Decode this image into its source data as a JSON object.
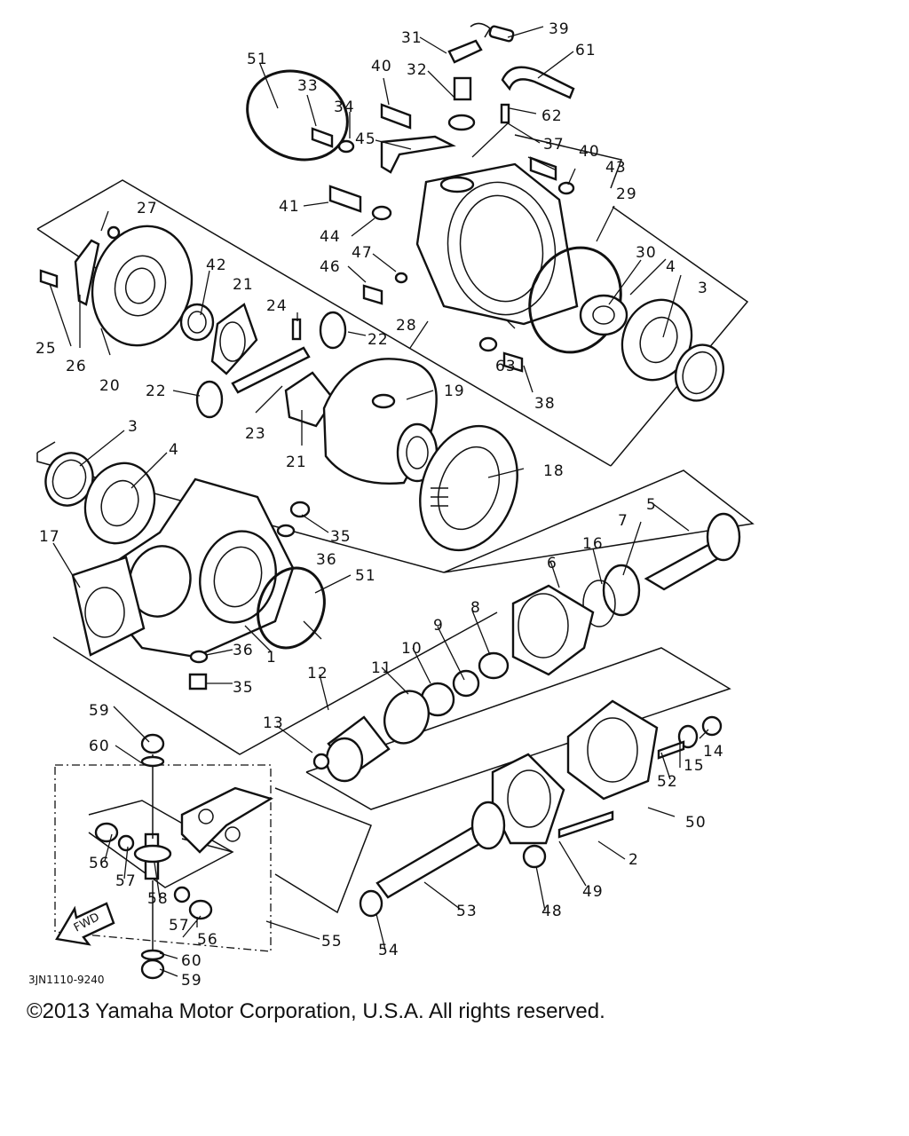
{
  "diagram_code": "3JN1110-9240",
  "copyright": "©2013 Yamaha Motor Corporation, U.S.A. All rights reserved.",
  "fwd_label": "FWD",
  "callouts": {
    "c31": "31",
    "c39": "39",
    "c61": "61",
    "c51a": "51",
    "c33": "33",
    "c40a": "40",
    "c32": "32",
    "c34": "34",
    "c62": "62",
    "c45": "45",
    "c37": "37",
    "c40b": "40",
    "c43": "43",
    "c41": "41",
    "c29": "29",
    "c27": "27",
    "c44": "44",
    "c47": "47",
    "c42": "42",
    "c21a": "21",
    "c46": "46",
    "c30": "30",
    "c4a": "4",
    "c3a": "3",
    "c24": "24",
    "c22a": "22",
    "c25": "25",
    "c26": "26",
    "c28": "28",
    "c20": "20",
    "c63": "63",
    "c38": "38",
    "c22b": "22",
    "c19": "19",
    "c23": "23",
    "c21b": "21",
    "c3b": "3",
    "c4b": "4",
    "c18": "18",
    "c7": "7",
    "c5": "5",
    "c16": "16",
    "c35a": "35",
    "c17": "17",
    "c6": "6",
    "c36a": "36",
    "c51b": "51",
    "c8": "8",
    "c9": "9",
    "c1": "1",
    "c10": "10",
    "c11": "11",
    "c36b": "36",
    "c12": "12",
    "c35b": "35",
    "c59a": "59",
    "c13": "13",
    "c14": "14",
    "c60a": "60",
    "c15": "15",
    "c52": "52",
    "c50": "50",
    "c56a": "56",
    "c57a": "57",
    "c2": "2",
    "c58": "58",
    "c49": "49",
    "c57b": "57",
    "c53": "53",
    "c48": "48",
    "c56b": "56",
    "c55": "55",
    "c60b": "60",
    "c54": "54",
    "c59b": "59"
  }
}
